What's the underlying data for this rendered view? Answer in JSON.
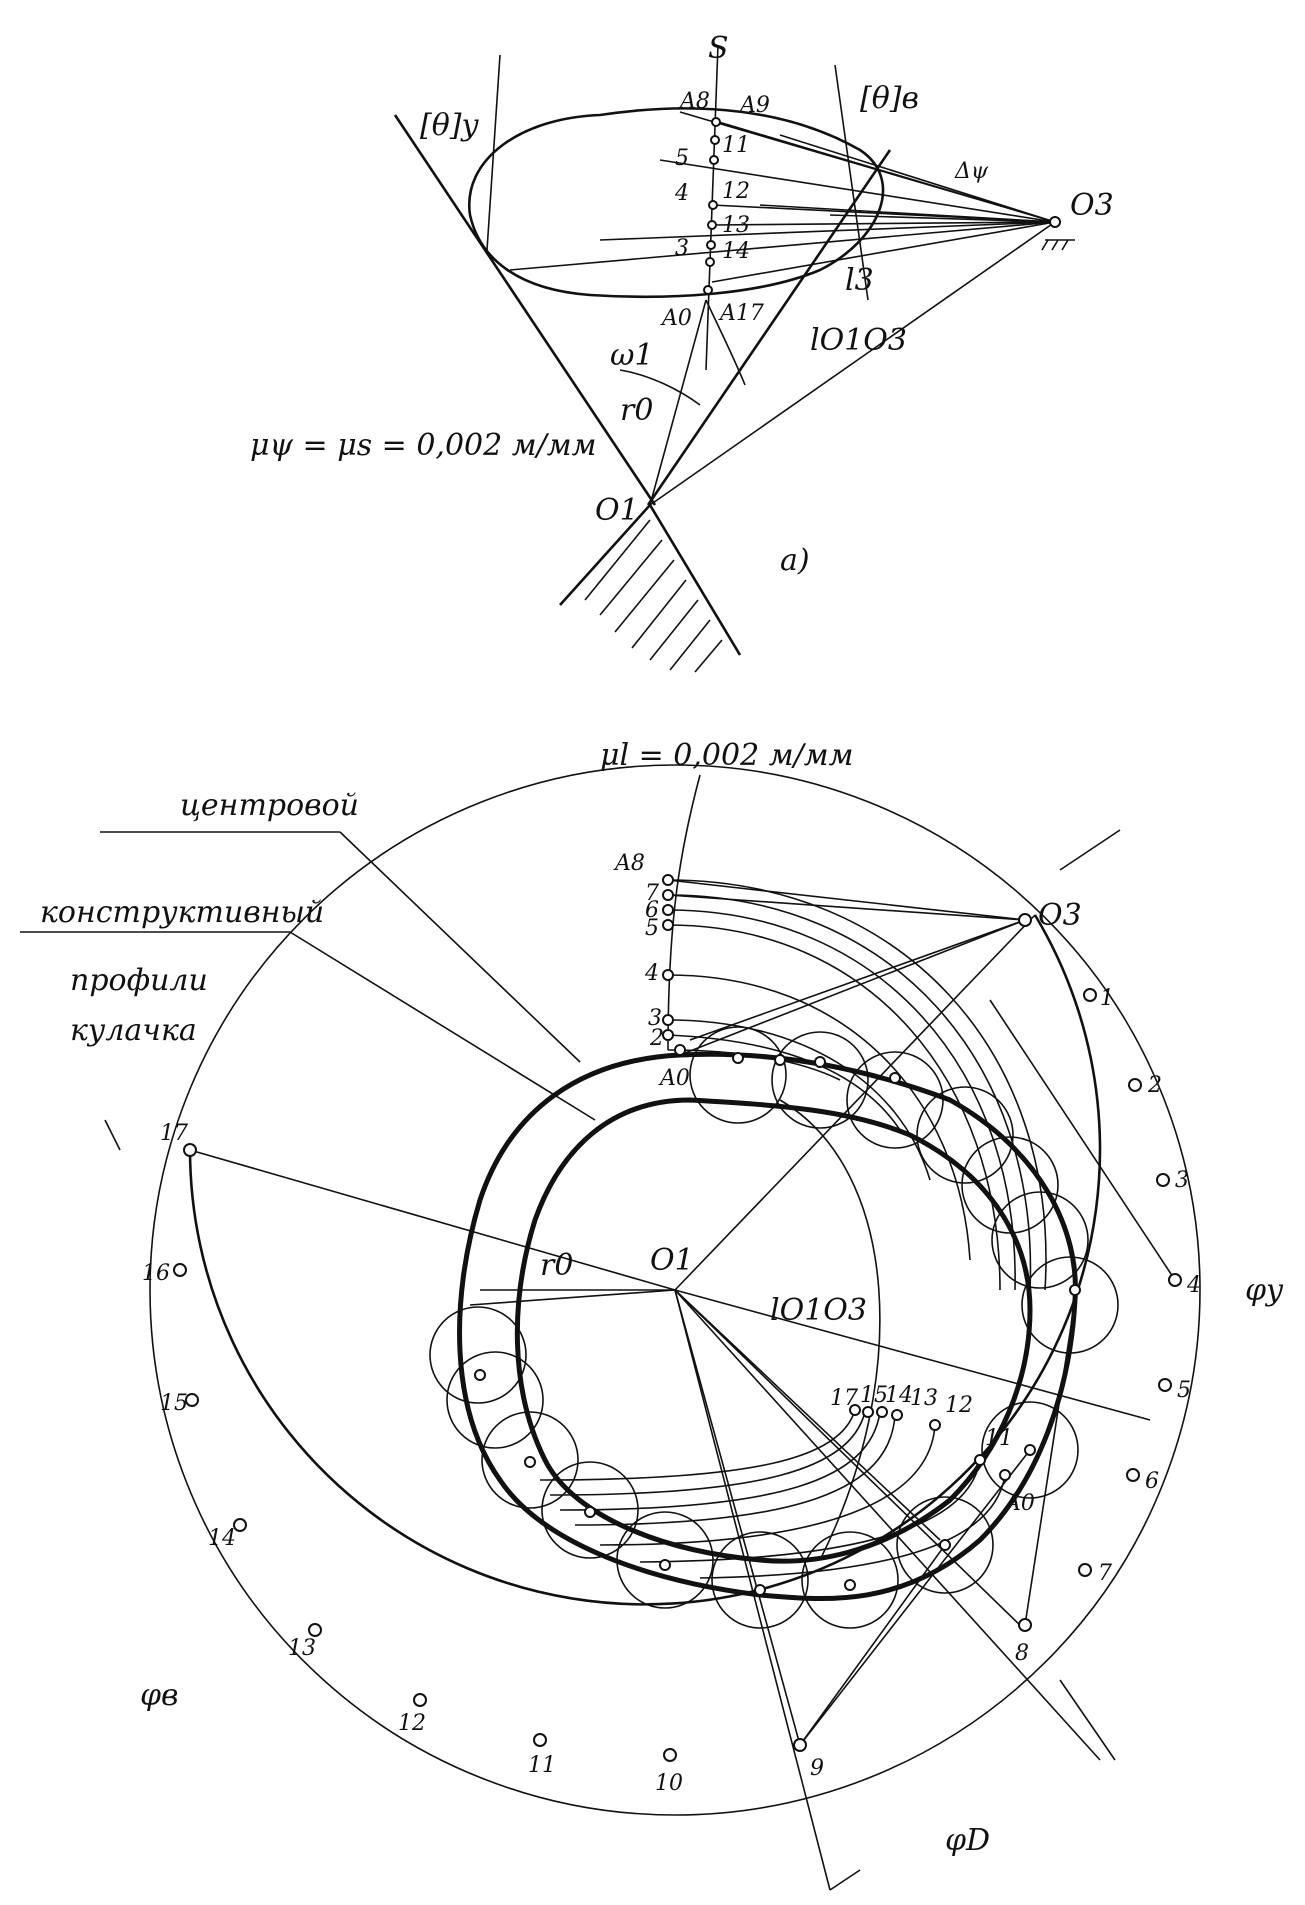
{
  "diagram_a": {
    "axis_label": "S",
    "angle_left": "[θ]y",
    "angle_right": "[θ]в",
    "delta_psi": "Δψ",
    "point_o3": "O3",
    "point_o1": "O1",
    "label_a8": "A8",
    "label_a9": "A9",
    "label_a0": "A0",
    "label_a17": "A17",
    "label_l3": "l3",
    "label_lo1o3": "lO1O3",
    "label_omega": "ω1",
    "label_r0": "r0",
    "scale_text": "μψ = μs = 0,002 м/мм",
    "caption": "a)",
    "point_numbers_left": [
      "5",
      "4",
      "3"
    ],
    "point_numbers_right": [
      "11",
      "12",
      "13",
      "14"
    ]
  },
  "diagram_b": {
    "scale_text": "μl = 0,002 м/мм",
    "label_centre_profile": "центровой",
    "label_constructive_profile": "конструктивный",
    "label_profiles": "профили",
    "label_cam": "кулачка",
    "point_o1": "O1",
    "point_o3": "O3",
    "label_r0": "r0",
    "label_lo1o3": "lO1O3",
    "label_a8": "A8",
    "label_a0_top": "A0",
    "label_a0_bottom": "A0",
    "phi_y": "φy",
    "phi_b": "φв",
    "phi_d": "φD",
    "rim_numbers": [
      "1",
      "2",
      "3",
      "4",
      "5",
      "6",
      "7",
      "8",
      "9",
      "10",
      "11",
      "12",
      "13",
      "14",
      "15",
      "16",
      "17"
    ],
    "stack_numbers_left": [
      "7",
      "6",
      "5",
      "4",
      "3",
      "2"
    ],
    "stack_numbers_bottom": [
      "17",
      "15",
      "14",
      "13",
      "12",
      "11"
    ]
  }
}
